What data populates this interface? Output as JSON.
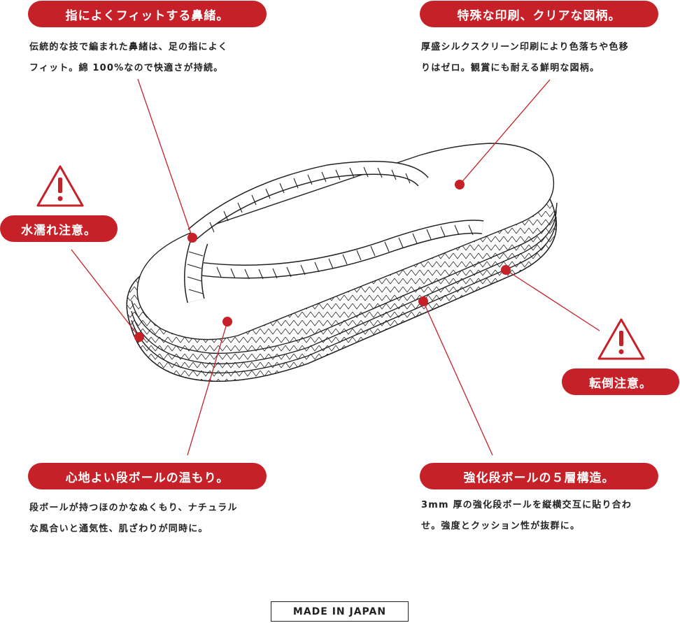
{
  "features": {
    "hanao": {
      "title": "指によくフィットする鼻緒。",
      "lines": [
        "伝統的な技で編まれた鼻緒は、足の指によく",
        "フィット。綿 100%なので快適さが持続。"
      ]
    },
    "print": {
      "title": "特殊な印刷、クリアな図柄。",
      "lines": [
        "厚盛シルクスクリーン印刷により色落ちや色移",
        "りはゼロ。観賞にも耐える鮮明な図柄。"
      ]
    },
    "warmth": {
      "title": "心地よい段ボールの温もり。",
      "lines": [
        "段ボールが持つほのかなぬくもり、ナチュラル",
        "な風合いと通気性、肌ざわりが同時に。"
      ]
    },
    "layers": {
      "title": "強化段ボールの５層構造。",
      "lines": [
        "3mm 厚の強化段ボールを縦横交互に貼り合わ",
        "せ。強度とクッション性が抜群に。"
      ]
    }
  },
  "warnings": {
    "water": "水濡れ注意。",
    "tipping": "転倒注意。"
  },
  "made_in": "MADE IN JAPAN",
  "colors": {
    "accent": "#c62128",
    "line": "#222222"
  },
  "icons": [
    "warning-triangle-icon",
    "warning-triangle-icon"
  ]
}
